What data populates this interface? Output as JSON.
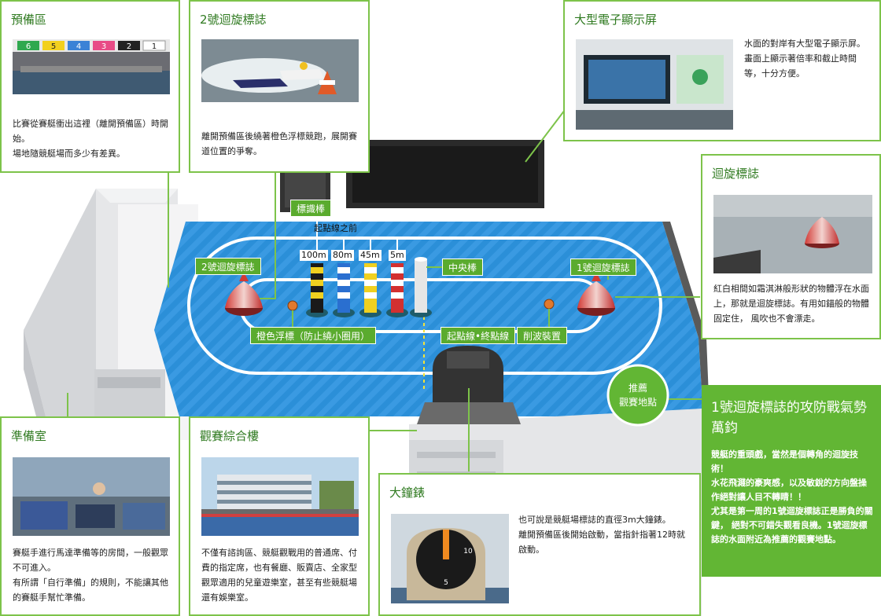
{
  "cards": {
    "standby": {
      "title": "預備區",
      "text": "比賽從賽艇衝出這裡（離開預備區）時開始。\n場地隨競艇場而多少有差異。"
    },
    "turn2": {
      "title": "2號迴旋標誌",
      "text": "離開預備區後繞著橙色浮標競跑，展開賽道位置的爭奪。"
    },
    "screen": {
      "title": "大型電子顯示屏",
      "text": "水面的對岸有大型電子顯示屏。\n畫面上顯示著倍率和截止時間等，十分方便。"
    },
    "mark": {
      "title": "迴旋標誌",
      "text": "紅白相間如霜淇淋般形狀的物體浮在水面上，那就是迴旋標誌。有用如錨般的物體固定住， 風吹也不會漂走。"
    },
    "prep": {
      "title": "準備室",
      "text": "賽艇手進行馬達準備等的房間，一般觀眾不可進入。\n有所謂「自行準備」的規則，不能讓其他的賽艇手幫忙準備。"
    },
    "stands": {
      "title": "觀賽綜合樓",
      "text": "不僅有諮詢區、競艇觀戰用的普通席、付費的指定席，也有餐廳、販賣店、全家型觀眾適用的兒童遊樂室，甚至有些競艇場還有娛樂室。"
    },
    "clock": {
      "title": "大鐘錶",
      "text": "也可說是競艇場標誌的直徑3m大鐘錶。\n離開預備區後開始啟動，當指針指著12時就啟動。"
    }
  },
  "feature": {
    "title": "1號迴旋標誌的攻防戰氣勢萬鈞",
    "text": "競艇的重頭戲，當然是個轉角的迴旋技術！\n水花飛濺的豪爽感，以及敏銳的方向盤操作絕對讓人目不轉睛！！\n尤其是第一周的1號迴旋標誌正是勝負的關鍵， 絕對不可錯失觀看良機。1號迴旋標誌的水面附近為推薦的觀賽地點。"
  },
  "diagram": {
    "tag_marker_poles": "標識棒",
    "label_before_start": "起點線之前",
    "dist_100": "100m",
    "dist_80": "80m",
    "dist_45": "45m",
    "dist_5": "5m",
    "tag_turn2": "2號迴旋標誌",
    "tag_center_pole": "中央棒",
    "tag_turn1": "1號迴旋標誌",
    "tag_orange_buoy": "橙色浮標（防止繞小圈用）",
    "tag_start_finish": "起點線•終點線",
    "tag_wave_breaker": "削波裝置",
    "recommended": "推薦\n觀賽地點",
    "standby_numbers": [
      "6",
      "5",
      "4",
      "3",
      "2",
      "1"
    ],
    "clock_numbers": [
      "10",
      "5"
    ]
  },
  "colors": {
    "accent": "#5aab2e",
    "water": "#2b8fd8",
    "water_light": "#4aa9ec",
    "frame": "#7dc34a"
  }
}
